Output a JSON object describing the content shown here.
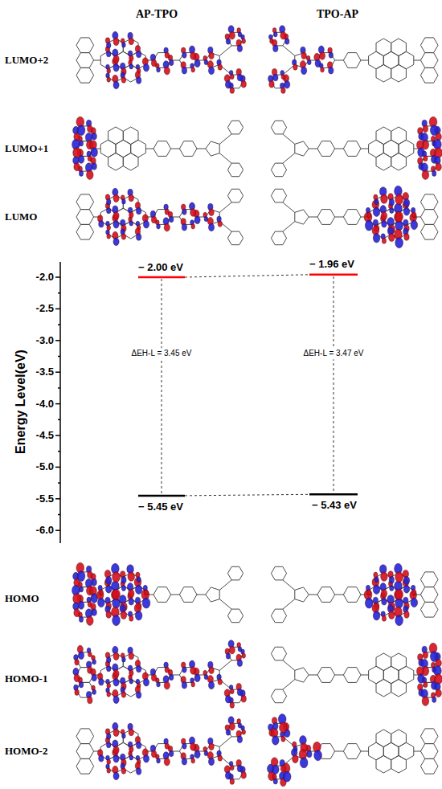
{
  "diagram": {
    "labels": [
      "AP-TPO",
      "TPO-AP",
      "LUMO+2",
      "LUMO+1",
      "LUMO",
      "HOMO",
      "HOMO-1",
      "HOMO-2",
      "Energy Level(eV)",
      "-2.0",
      "-2.5",
      "-3.0",
      "-3.5",
      "-4.0",
      "-4.5",
      "-5.0",
      "-5.5",
      "-6.0",
      "− 2.00 eV",
      "− 1.96 eV",
      "ΔEH-L = 3.45 eV",
      "ΔEH-L = 3.47 eV",
      "− 5.45 eV",
      "− 5.43 eV"
    ]
  }
}
